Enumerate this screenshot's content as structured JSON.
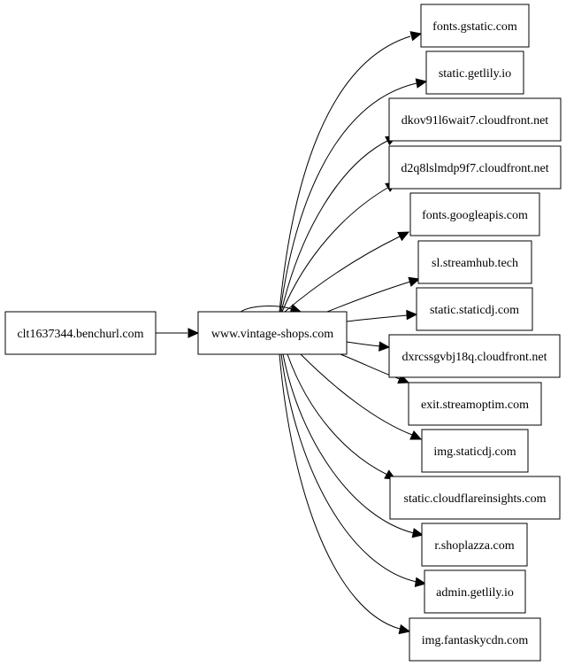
{
  "graph": {
    "source_node": {
      "id": "src",
      "label": "clt1637344.benchurl.com"
    },
    "hub_node": {
      "id": "hub",
      "label": "www.vintage-shops.com"
    },
    "target_nodes": [
      {
        "id": "t0",
        "label": "fonts.gstatic.com"
      },
      {
        "id": "t1",
        "label": "static.getlily.io"
      },
      {
        "id": "t2",
        "label": "dkov91l6wait7.cloudfront.net"
      },
      {
        "id": "t3",
        "label": "d2q8lslmdp9f7.cloudfront.net"
      },
      {
        "id": "t4",
        "label": "fonts.googleapis.com"
      },
      {
        "id": "t5",
        "label": "sl.streamhub.tech"
      },
      {
        "id": "t6",
        "label": "static.staticdj.com"
      },
      {
        "id": "t7",
        "label": "dxrcssgvbj18q.cloudfront.net"
      },
      {
        "id": "t8",
        "label": "exit.streamoptim.com"
      },
      {
        "id": "t9",
        "label": "img.staticdj.com"
      },
      {
        "id": "t10",
        "label": "static.cloudflareinsights.com"
      },
      {
        "id": "t11",
        "label": "r.shoplazza.com"
      },
      {
        "id": "t12",
        "label": "admin.getlily.io"
      },
      {
        "id": "t13",
        "label": "img.fantaskycdn.com"
      }
    ],
    "edges": [
      {
        "from": "src",
        "to": "hub"
      },
      {
        "from": "hub",
        "to": "hub"
      },
      {
        "from": "hub",
        "to": "t0"
      },
      {
        "from": "hub",
        "to": "t1"
      },
      {
        "from": "hub",
        "to": "t2"
      },
      {
        "from": "hub",
        "to": "t3"
      },
      {
        "from": "hub",
        "to": "t4"
      },
      {
        "from": "hub",
        "to": "t5"
      },
      {
        "from": "hub",
        "to": "t6"
      },
      {
        "from": "hub",
        "to": "t7"
      },
      {
        "from": "hub",
        "to": "t8"
      },
      {
        "from": "hub",
        "to": "t9"
      },
      {
        "from": "hub",
        "to": "t10"
      },
      {
        "from": "hub",
        "to": "t11"
      },
      {
        "from": "hub",
        "to": "t12"
      },
      {
        "from": "hub",
        "to": "t13"
      }
    ]
  }
}
